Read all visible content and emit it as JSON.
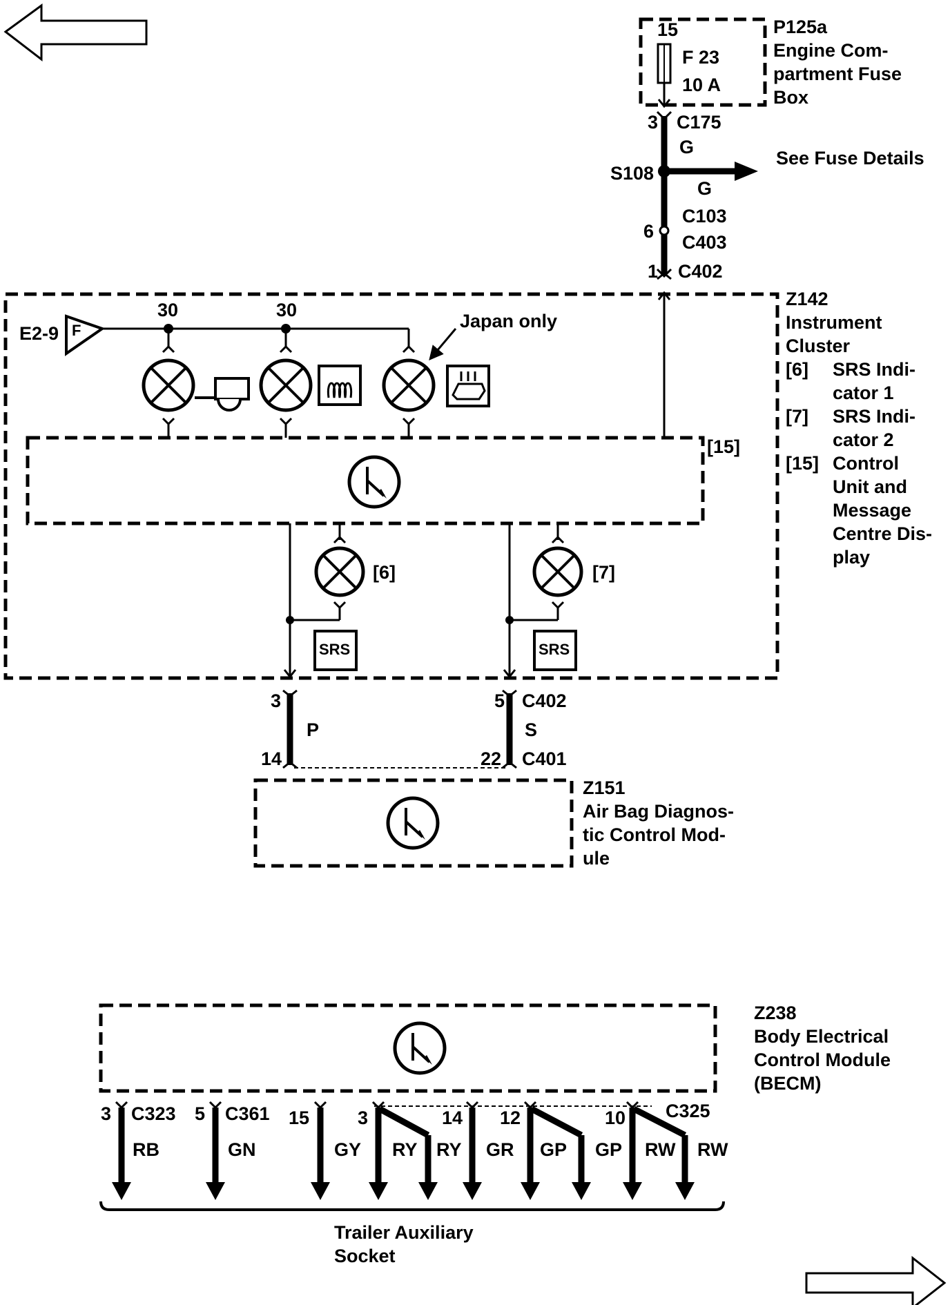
{
  "nav": {
    "prev_label": "",
    "next_label": ""
  },
  "fuse_box": {
    "id": "P125a",
    "name_lines": [
      "Engine Com-",
      "partment Fuse",
      "Box"
    ],
    "pin": "15",
    "fuse": "F 23",
    "rating": "10 A"
  },
  "feed": {
    "c175_pin": "3",
    "c175": "C175",
    "wire1": "G",
    "splice": "S108",
    "see_fuse": "See Fuse Details",
    "wire2": "G",
    "c103": "C103",
    "c403": "C403",
    "c103_pin": "6",
    "c402_pin": "1",
    "c402": "C402"
  },
  "cluster": {
    "id": "Z142",
    "name_lines": [
      "Instrument",
      "Cluster"
    ],
    "legend": [
      {
        "key": "[6]",
        "lines": [
          "SRS Indi-",
          "cator 1"
        ]
      },
      {
        "key": "[7]",
        "lines": [
          "SRS Indi-",
          "cator 2"
        ]
      },
      {
        "key": "[15]",
        "lines": [
          "Control",
          "Unit and",
          "Message",
          "Centre Dis-",
          "play"
        ]
      }
    ],
    "ref_connector": "E2-9",
    "ref_letter": "F",
    "pin_30a": "30",
    "pin_30b": "30",
    "japan_only": "Japan only",
    "control_ref": "[15]",
    "ind1_ref": "[6]",
    "ind2_ref": "[7]",
    "srs1": "SRS",
    "srs2": "SRS"
  },
  "airbag_link": {
    "p_top_pin": "3",
    "p_bot_pin": "14",
    "p_wire": "P",
    "s_top_pin": "5",
    "s_bot_pin": "22",
    "s_wire": "S",
    "c402": "C402",
    "c401": "C401"
  },
  "airbag_module": {
    "id": "Z151",
    "name_lines": [
      "Air Bag Diagnos-",
      "tic Control Mod-",
      "ule"
    ]
  },
  "becm": {
    "id": "Z238",
    "name_lines": [
      "Body Electrical",
      "Control Module",
      "(BECM)"
    ]
  },
  "becm_outputs": {
    "w1_pin": "3",
    "w1_conn": "C323",
    "w1_color": "RB",
    "w2_pin": "5",
    "w2_conn": "C361",
    "w2_color": "GN",
    "w3_pin": "15",
    "w3_color": "GY",
    "w4_pin": "3",
    "w4_color": "RY",
    "w4b_color": "RY",
    "w5_pin": "14",
    "w5_color": "GR",
    "w6_pin": "12",
    "w6_color": "GP",
    "w6b_color": "GP",
    "w7_pin": "10",
    "w7_color": "RW",
    "w7b_color": "RW",
    "c325": "C325"
  },
  "trailer_socket": {
    "name_lines": [
      "Trailer Auxiliary",
      "Socket"
    ]
  }
}
